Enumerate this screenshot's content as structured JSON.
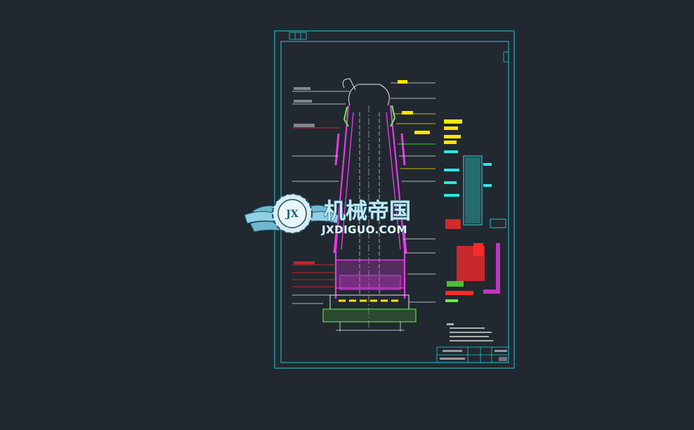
{
  "drawing": {
    "colors": {
      "background": "#212830",
      "frame": "#27c8d6",
      "magenta": "#e63ae6",
      "green": "#5bff3a",
      "yellow": "#ffe600",
      "red": "#ff2a2a",
      "cyan": "#2ee6e6",
      "white": "#e6e6e6"
    }
  },
  "watermark": {
    "title_cn": "机械帝国",
    "site": "JXDIGUO.COM",
    "badge": "JX"
  }
}
